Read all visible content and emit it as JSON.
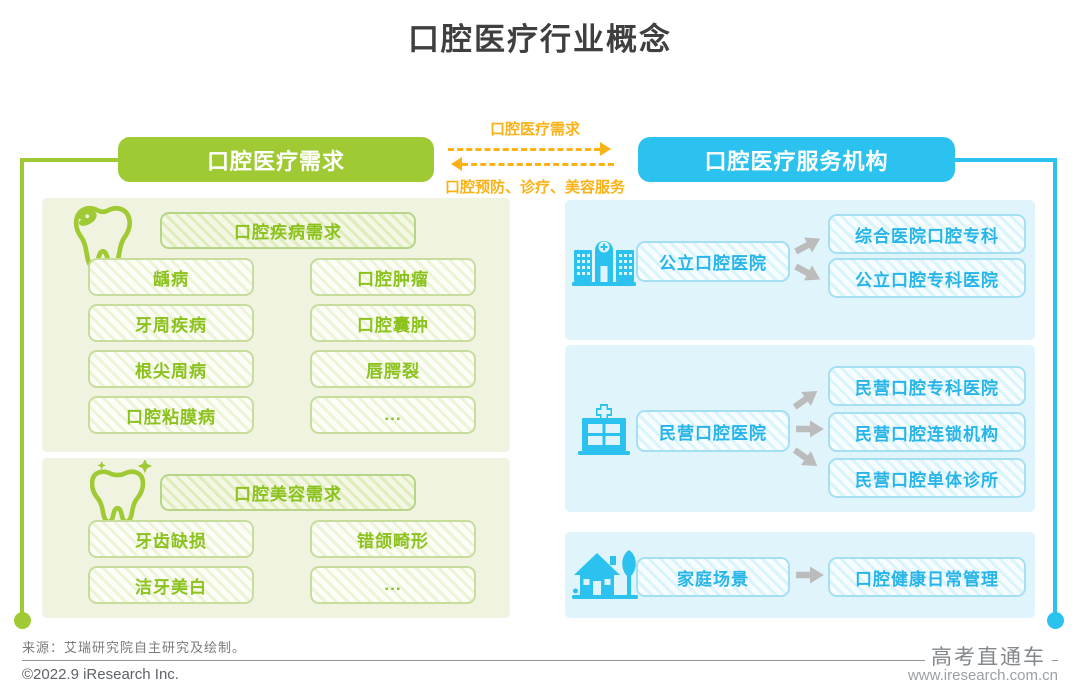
{
  "title": "口腔医疗行业概念",
  "flow": {
    "left_header": "口腔医疗需求",
    "right_header": "口腔医疗服务机构",
    "top_arrow_label": "口腔医疗需求",
    "bottom_arrow_label": "口腔预防、诊疗、美容服务"
  },
  "demand_sections": [
    {
      "icon": "tooth-decay-icon",
      "header": "口腔疾病需求",
      "items": [
        "龋病",
        "口腔肿瘤",
        "牙周疾病",
        "口腔囊肿",
        "根尖周病",
        "唇腭裂",
        "口腔粘膜病",
        "..."
      ]
    },
    {
      "icon": "tooth-sparkle-icon",
      "header": "口腔美容需求",
      "items": [
        "牙齿缺损",
        "错颌畸形",
        "洁牙美白",
        "..."
      ]
    }
  ],
  "provider_sections": [
    {
      "icon": "public-hospital-icon",
      "source": "公立口腔医院",
      "targets": [
        "综合医院口腔专科",
        "公立口腔专科医院"
      ]
    },
    {
      "icon": "private-hospital-icon",
      "source": "民营口腔医院",
      "targets": [
        "民营口腔专科医院",
        "民营口腔连锁机构",
        "民营口腔单体诊所"
      ]
    },
    {
      "icon": "home-icon",
      "source": "家庭场景",
      "targets": [
        "口腔健康日常管理"
      ]
    }
  ],
  "footer": {
    "source_note": "来源：艾瑞研究院自主研究及绘制。",
    "copyright": "©2022.9 iResearch Inc.",
    "watermark": "高考直通车",
    "website": "www.iresearch.com.cn"
  },
  "colors": {
    "green": "#9fca34",
    "blue": "#2cc2f0",
    "orange": "#fbb216",
    "panel_green_bg": "#eff3e0",
    "panel_blue_bg": "#e0f4fb",
    "green_text": "#8cc21d",
    "blue_text": "#27b5e9",
    "gray_arrow": "#bcbcbc",
    "title_text": "#3f3f3f"
  }
}
